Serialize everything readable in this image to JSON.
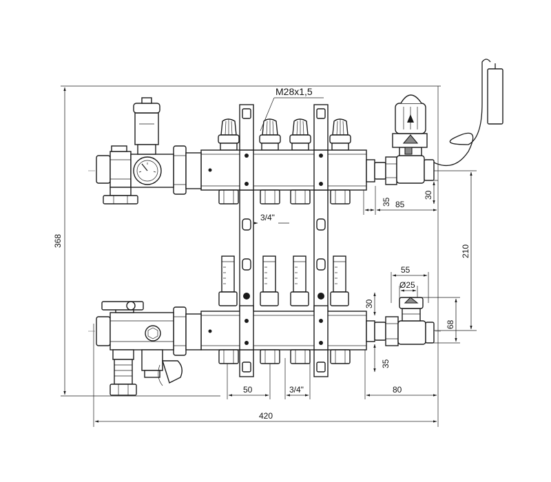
{
  "drawing": {
    "thread_label": "M28x1,5",
    "dimensions": {
      "overall_height": "368",
      "overall_width": "420",
      "manifold_spacing": "210",
      "branch_pitch": "50",
      "branch_thread_top": "3/4\"",
      "branch_thread_bottom": "3/4\"",
      "top_outlet_offset": "35",
      "top_outlet_length": "85",
      "top_outlet_height": "30",
      "valve_height": "55",
      "valve_diameter": "Ø25",
      "bottom_outlet_height": "30",
      "bottom_valve_height": "68",
      "bottom_outlet_offset": "35",
      "bottom_outlet_length": "80"
    }
  }
}
